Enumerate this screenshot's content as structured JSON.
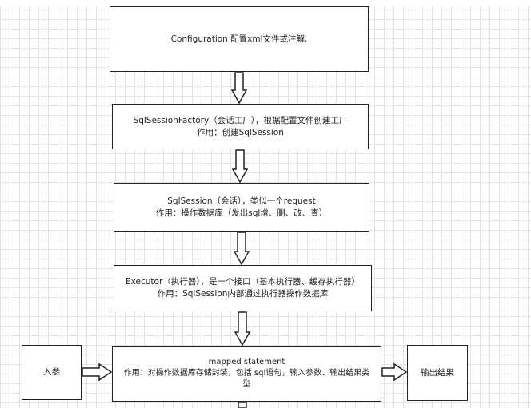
{
  "diagram": {
    "configuration": {
      "line1": "Configuration 配置xml文件或注解."
    },
    "sqlsessionfactory": {
      "line1": "SqlSessionFactory（会话工厂），根据配置文件创建工厂",
      "line2": "作用：创建SqlSession"
    },
    "sqlsession": {
      "line1": "SqlSession（会话），类似一个request",
      "line2": "作用：操作数据库（发出sql增、删、改、查）"
    },
    "executor": {
      "line1": "Executor（执行器），是一个接口（基本执行器、缓存执行器）",
      "line2": "作用：SqlSession内部通过执行器操作数据库"
    },
    "mapped_statement": {
      "line1": "mapped statement",
      "line2": "作用：对操作数据库存储封装，包括 sql语句，输入参数、输出结果类",
      "line3": "型"
    },
    "input_params": "入参",
    "output_result": "输出结果"
  }
}
